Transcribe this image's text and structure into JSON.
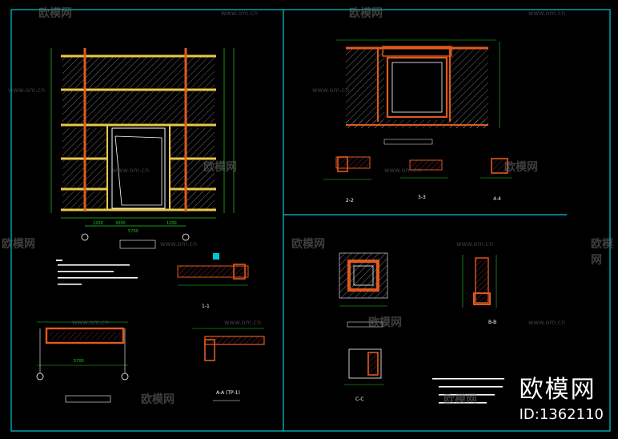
{
  "watermark": {
    "text": "欧模网",
    "url": "www.om.cn"
  },
  "brand": {
    "name": "欧模网",
    "id": "ID:1362110"
  },
  "drawing": {
    "section_labels": {
      "s22": "2-2",
      "s33": "3-3",
      "s44": "4-4",
      "scc": "C-C",
      "sbb": "B-B",
      "s11": "1-1",
      "saa": "A-A",
      "aa_tp": "A-A (TP-1)"
    },
    "dims": {
      "d1": "1200",
      "d2": "3000",
      "d3": "5700",
      "d4": "1200",
      "d5": "5700"
    }
  },
  "colors": {
    "frame": "#00c8d2",
    "concrete": "#e05a1e",
    "dim": "#1ed21e",
    "rebar": "#e8e018",
    "line": "#ffffff"
  }
}
